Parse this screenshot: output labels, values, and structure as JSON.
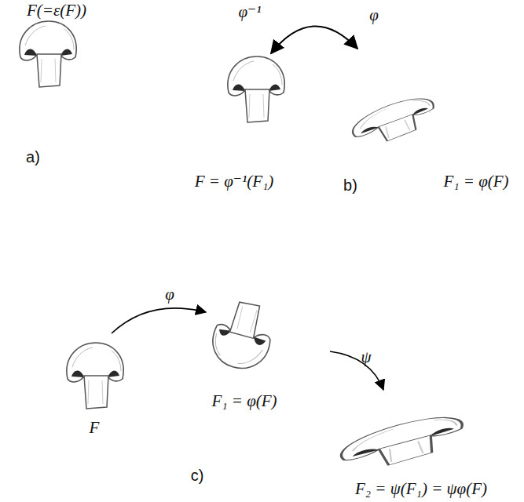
{
  "diagram": {
    "labels": [
      "F(=ε(F))",
      "a)",
      "φ⁻¹",
      "φ",
      "F = φ⁻¹(F₁)",
      "b)",
      "F₁ = φ(F)",
      "φ",
      "F₁ = φ(F)",
      "ψ",
      "F",
      "c)",
      "F₂ = ψ(F₁) = ψφ(F)"
    ]
  }
}
